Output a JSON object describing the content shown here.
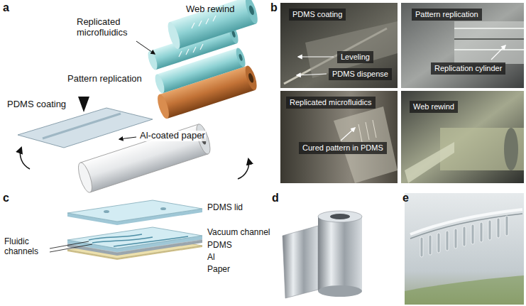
{
  "diagram": {
    "nodes": [
      {
        "text": [
          "PDMS coating",
          "Leveling",
          "PDMS dispense"
        ]
      },
      {
        "text": [
          "Pattern replication",
          "Replication cylinder"
        ]
      },
      {
        "text": [
          "Replicated microfluidics",
          "Cured pattern in PDMS"
        ]
      },
      {
        "text": [
          "Web rewind"
        ]
      }
    ],
    "labels": [
      "a",
      "Web rewind",
      "Replicated microfluidics",
      "Pattern replication",
      "PDMS coating",
      "Al-coated paper",
      "b",
      "c",
      "PDMS lid",
      "Vacuum channel",
      "Fluidic channels",
      "PDMS",
      "Al",
      "Paper",
      "d",
      "e"
    ]
  }
}
